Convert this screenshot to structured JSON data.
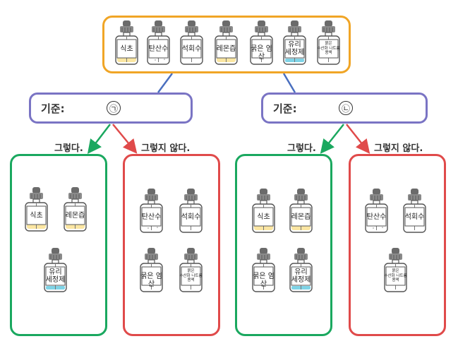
{
  "top": {
    "bottles": [
      {
        "label": "식초",
        "liquid": "yellow"
      },
      {
        "label": "탄산수",
        "liquid": "bubbly"
      },
      {
        "label": "석회수",
        "liquid": "clear"
      },
      {
        "label": "레몬즙",
        "liquid": "yellow"
      },
      {
        "label": "묽은 염산",
        "liquid": "clear"
      },
      {
        "label": "유리\n세정제",
        "liquid": "blue"
      },
      {
        "label": "묽은\n수산화 나트륨\n용액",
        "liquid": "clear",
        "small": true
      }
    ]
  },
  "criteria": {
    "left": {
      "label": "기준:",
      "mark": "㉠"
    },
    "right": {
      "label": "기준:",
      "mark": "㉡"
    }
  },
  "branch_labels": {
    "yes": "그렇다.",
    "no": "그렇지 않다."
  },
  "groups": {
    "left_yes": [
      {
        "label": "식초",
        "liquid": "yellow"
      },
      {
        "label": "레몬즙",
        "liquid": "yellow"
      },
      {
        "label": "유리\n세정제",
        "liquid": "blue"
      }
    ],
    "left_no": [
      {
        "label": "탄산수",
        "liquid": "bubbly"
      },
      {
        "label": "석회수",
        "liquid": "clear"
      },
      {
        "label": "묽은 염산",
        "liquid": "clear"
      },
      {
        "label": "묽은\n수산화 나트륨\n용액",
        "liquid": "clear",
        "small": true
      }
    ],
    "right_yes": [
      {
        "label": "식초",
        "liquid": "yellow"
      },
      {
        "label": "레몬즙",
        "liquid": "yellow"
      },
      {
        "label": "묽은 염산",
        "liquid": "clear"
      },
      {
        "label": "유리\n세정제",
        "liquid": "blue"
      }
    ],
    "right_no": [
      {
        "label": "탄산수",
        "liquid": "bubbly"
      },
      {
        "label": "석회수",
        "liquid": "clear"
      },
      {
        "label": "묽은\n수산화 나트륨\n용액",
        "liquid": "clear",
        "small": true
      }
    ]
  },
  "colors": {
    "top_border": "#f0a526",
    "criteria_border": "#7a74c4",
    "yes_border": "#1aa85f",
    "no_border": "#e04a4a",
    "liquid_yellow": "#fbe6a2",
    "liquid_blue": "#7fd3e6"
  }
}
